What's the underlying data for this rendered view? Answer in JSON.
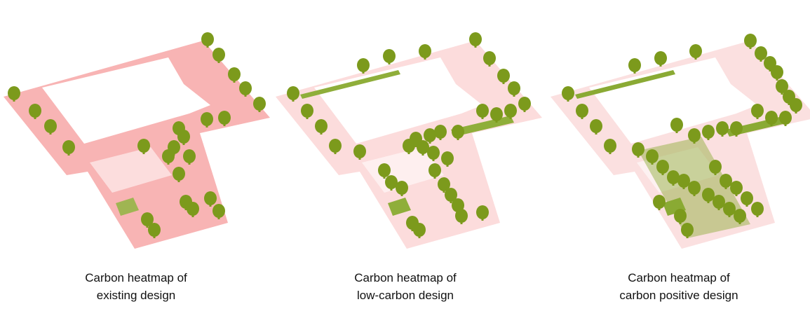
{
  "panels": [
    {
      "caption_line1": "Carbon heatmap of",
      "caption_line2": "existing design",
      "plan_color": "#f8b4b4",
      "green_color": "#9fb552"
    },
    {
      "caption_line1": "Carbon heatmap of",
      "caption_line2": "low-carbon design",
      "plan_color": "#fcdcdc",
      "green_color": "#8fae3a"
    },
    {
      "caption_line1": "Carbon heatmap of",
      "caption_line2": "carbon positive design",
      "plan_color": "#fbe0e0",
      "green_color": "#8aaa34"
    }
  ],
  "tree_color": "#7c9a1c"
}
